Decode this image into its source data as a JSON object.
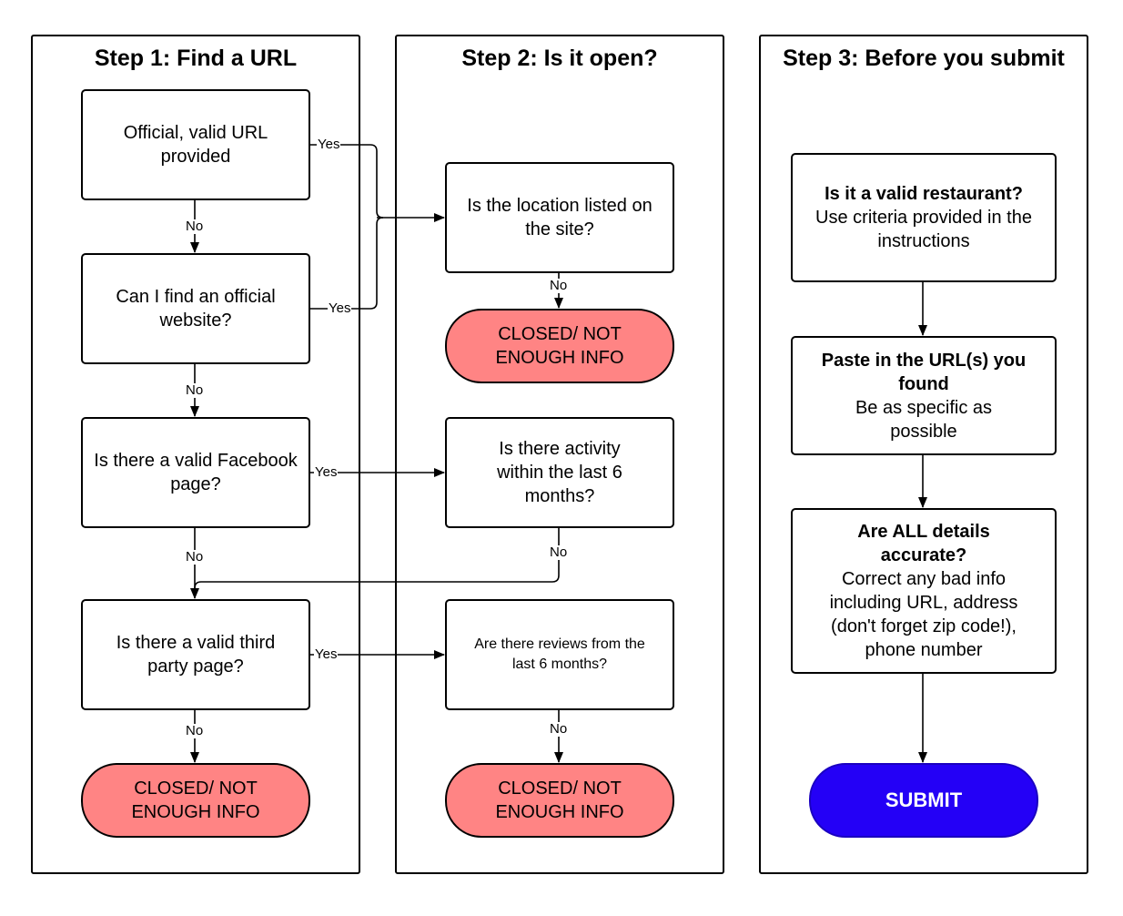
{
  "lanes": [
    {
      "title": "Step 1: Find a URL"
    },
    {
      "title": "Step 2: Is it open?"
    },
    {
      "title": "Step 3: Before you submit"
    }
  ],
  "nodes": {
    "official_url": "Official, valid URL provided",
    "find_official": "Can I find an official website?",
    "facebook": "Is there a valid Facebook page?",
    "third_party": "Is there a valid third party page?",
    "closed_1": "CLOSED/ NOT ENOUGH INFO",
    "location_listed": "Is the location listed on the site?",
    "closed_2": "CLOSED/ NOT ENOUGH INFO",
    "activity": "Is there activity within the last 6 months?",
    "reviews": "Are there reviews from the last 6 months?",
    "closed_3": "CLOSED/ NOT ENOUGH INFO",
    "valid_restaurant_title": "Is it a valid restaurant?",
    "valid_restaurant_body": "Use criteria provided in the instructions",
    "paste_url_title": "Paste in the URL(s) you found",
    "paste_url_body": "Be as specific as possible",
    "details_title": "Are ALL details accurate?",
    "details_body": "Correct any bad info including URL, address (don't forget zip code!), phone number",
    "submit": "SUBMIT"
  },
  "edge_labels": {
    "yes": "Yes",
    "no": "No"
  },
  "colors": {
    "closed_fill": "#ff8484",
    "submit_fill": "#2400f6",
    "line": "#000000"
  }
}
